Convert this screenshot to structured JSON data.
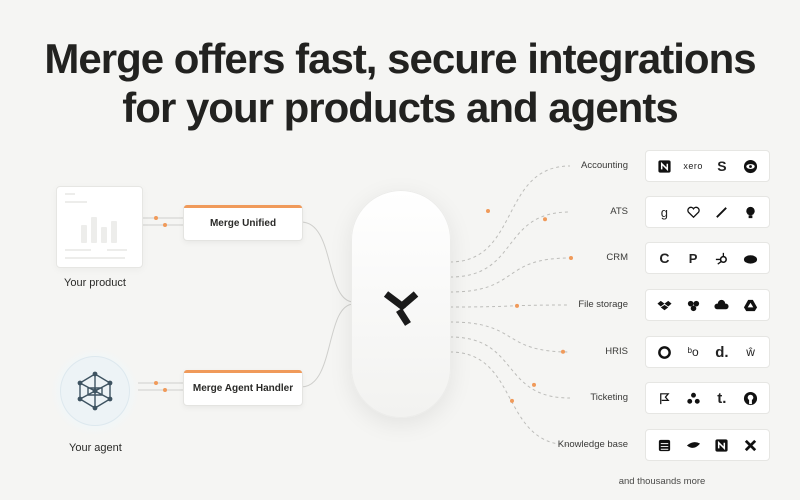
{
  "headline": {
    "line1": "Merge offers fast, secure integrations",
    "line2": "for your products and agents"
  },
  "left": {
    "product_label": "Your product",
    "agent_label": "Your agent",
    "unified_label": "Merge Unified",
    "agent_handler_label": "Merge Agent Handler"
  },
  "categories": [
    {
      "label": "Accounting",
      "vendors": [
        "notion-n-icon",
        "xero",
        "s-icon",
        "eye-icon"
      ]
    },
    {
      "label": "ATS",
      "vendors": [
        "greenhouse-icon",
        "heart-icon",
        "pen-icon",
        "bulb-icon"
      ]
    },
    {
      "label": "CRM",
      "vendors": [
        "copper-icon",
        "p-icon",
        "hubspot-icon",
        "salesforce-icon"
      ]
    },
    {
      "label": "File storage",
      "vendors": [
        "dropbox-icon",
        "box-icon",
        "cloud-icon",
        "drive-icon"
      ]
    },
    {
      "label": "HRIS",
      "vendors": [
        "ring-icon",
        "bamboo-icon",
        "d.",
        "w-icon"
      ]
    },
    {
      "label": "Ticketing",
      "vendors": [
        "flag-icon",
        "dots-icon",
        "t.",
        "github-icon"
      ]
    },
    {
      "label": "Knowledge base",
      "vendors": [
        "stack-icon",
        "cloud-fan-icon",
        "notion-n-icon",
        "x-icon"
      ]
    }
  ],
  "footer": {
    "more": "and thousands more"
  },
  "colors": {
    "accent": "#f09a5a",
    "text": "#222220",
    "background": "#f5f5f3"
  }
}
